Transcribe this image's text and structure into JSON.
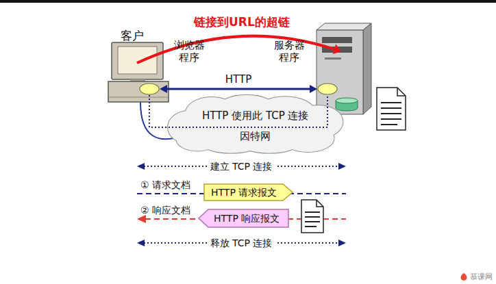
{
  "diagram": {
    "nodes": [
      {
        "text": [
          "浏览器 程序"
        ]
      },
      {
        "text": [
          "服务器 程序"
        ]
      },
      {
        "text": [
          "HTTP 使用此 TCP 连接",
          "因特网"
        ]
      },
      {
        "text": [
          "HTTP 请求报文"
        ]
      },
      {
        "text": [
          "HTTP 响应报文"
        ]
      }
    ],
    "edges": [
      {
        "from": 0,
        "to": 1,
        "arrow": "both",
        "label": "HTTP"
      }
    ],
    "labels": [
      "客户",
      "链接到URL的超链",
      "建立 TCP 连接",
      "① 请求文档",
      "② 响应文档",
      "释放 TCP 连接",
      "慕课网"
    ]
  }
}
